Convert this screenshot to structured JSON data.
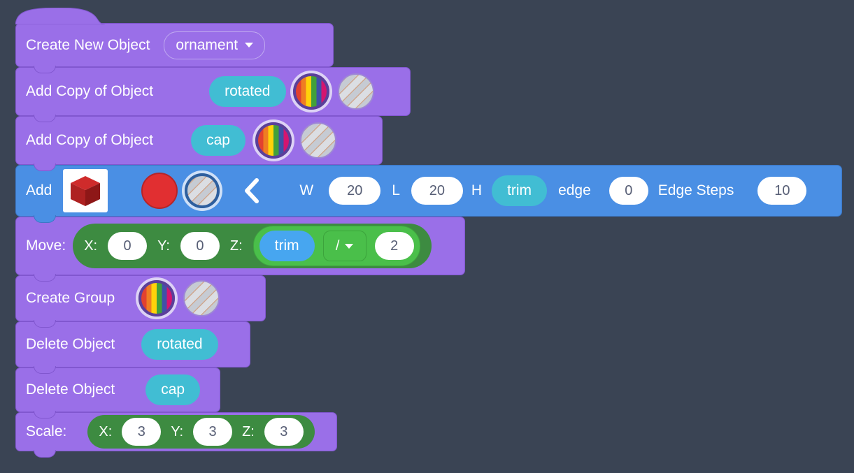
{
  "palette": {
    "background": "#3a4454",
    "block_purple": "#9a6fe8",
    "block_blue": "#4a8fe4",
    "chip_teal": "#41bdd3",
    "chip_light_blue": "#47a6f0",
    "pill_green_dark": "#3d8b41",
    "expr_green_light": "#4abf4a",
    "input_text": "#575e75"
  },
  "icons": {
    "swatch_rainbow": "rainbow-color-swatch",
    "swatch_transparent": "transparent-color-swatch",
    "swatch_red": "red-color-swatch",
    "cube_preview": "cube-preview",
    "collapse_chevron": "chevron-left-icon",
    "caret": "chevron-down-icon"
  },
  "blocks": [
    {
      "id": "create_new_object",
      "label": "Create New Object",
      "object_dropdown": "ornament"
    },
    {
      "id": "add_copy_rotated",
      "label": "Add Copy of Object",
      "object": "rotated",
      "swatches": [
        "rainbow",
        "transparent"
      ]
    },
    {
      "id": "add_copy_cap",
      "label": "Add Copy of Object",
      "object": "cap",
      "swatches": [
        "rainbow",
        "transparent"
      ]
    },
    {
      "id": "add_cube",
      "label": "Add",
      "swatches": [
        "red",
        "transparent"
      ],
      "w_label": "W",
      "w": "20",
      "l_label": "L",
      "l": "20",
      "h_label": "H",
      "h": "trim",
      "edge_label": "edge",
      "edge": "0",
      "steps_label": "Edge Steps",
      "steps": "10"
    },
    {
      "id": "move",
      "label": "Move:",
      "x_label": "X:",
      "x": "0",
      "y_label": "Y:",
      "y": "0",
      "z_label": "Z:",
      "z_var": "trim",
      "z_op": "/",
      "z_value": "2"
    },
    {
      "id": "create_group",
      "label": "Create Group",
      "swatches": [
        "rainbow",
        "transparent"
      ]
    },
    {
      "id": "delete_rotated",
      "label": "Delete Object",
      "object": "rotated"
    },
    {
      "id": "delete_cap",
      "label": "Delete Object",
      "object": "cap"
    },
    {
      "id": "scale",
      "label": "Scale:",
      "x_label": "X:",
      "x": "3",
      "y_label": "Y:",
      "y": "3",
      "z_label": "Z:",
      "z": "3"
    }
  ]
}
